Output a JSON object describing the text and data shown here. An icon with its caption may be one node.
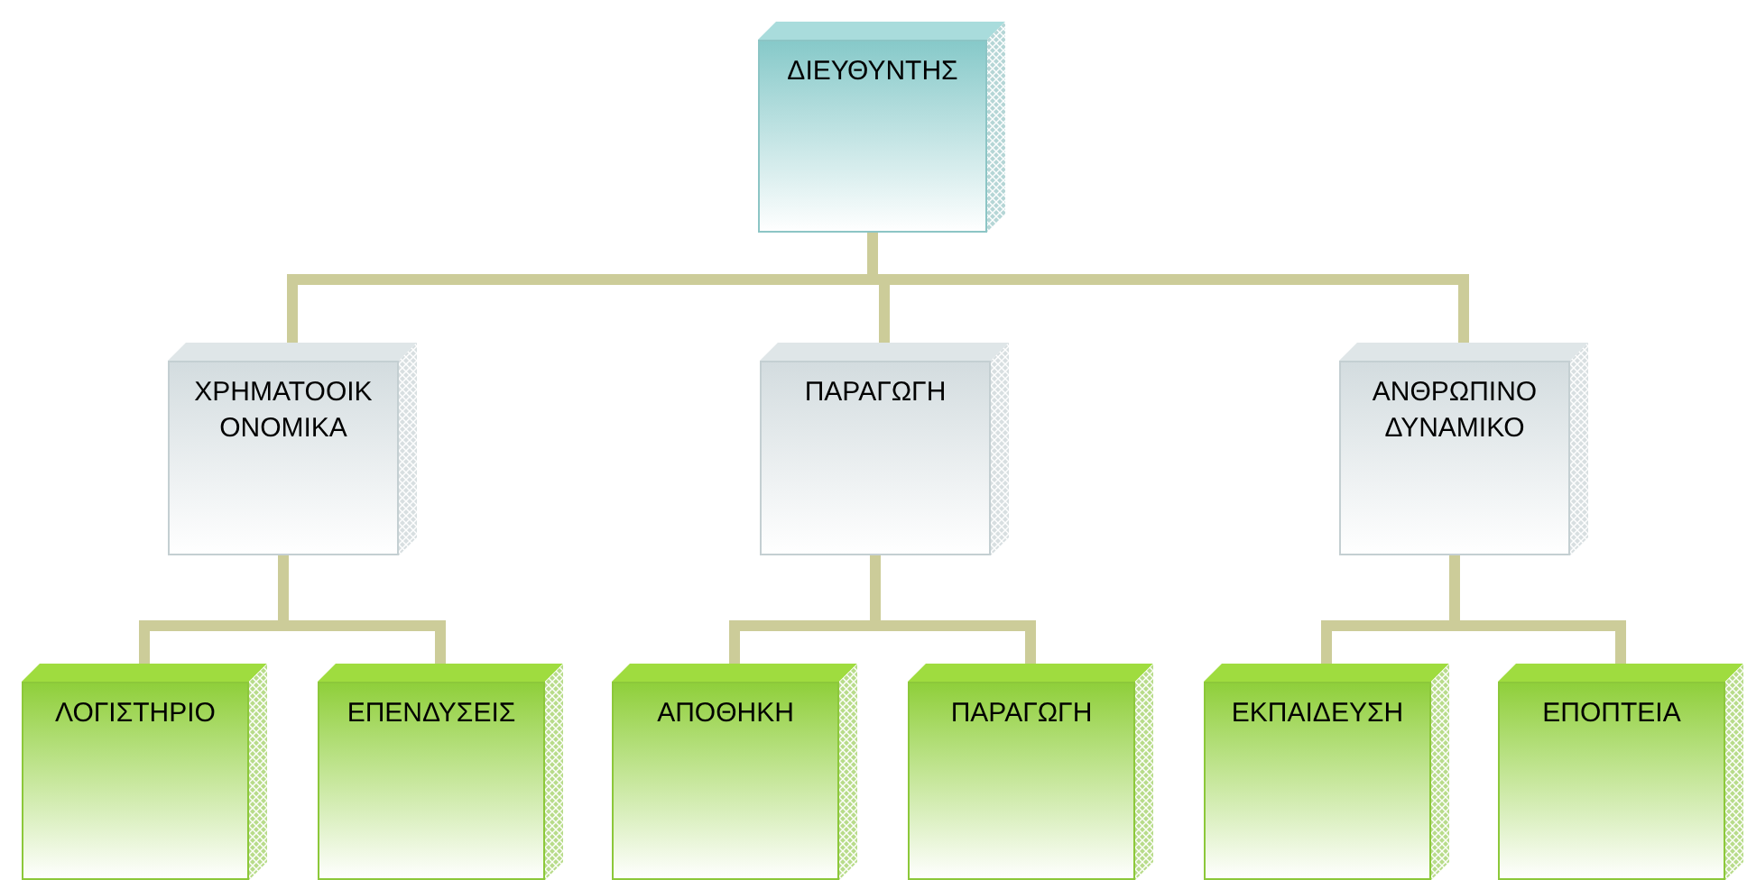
{
  "diagram": {
    "nodes": [
      {
        "text": [
          "ΔΙΕΥΘΥΝΤΗΣ"
        ]
      },
      {
        "text": [
          "ΧΡΗΜΑΤΟΟΙΚ ΟΝΟΜΙΚΑ"
        ]
      },
      {
        "text": [
          "ΠΑΡΑΓΩΓΗ"
        ]
      },
      {
        "text": [
          "ΑΝΘΡΩΠΙΝΟ ΔΥΝΑΜΙΚΟ"
        ]
      },
      {
        "text": [
          "ΛΟΓΙΣΤΗΡΙΟ"
        ]
      },
      {
        "text": [
          "ΕΠΕΝΔΥΣΕΙΣ"
        ]
      },
      {
        "text": [
          "ΑΠΟΘΗΚΗ"
        ]
      },
      {
        "text": [
          "ΠΑΡΑΓΩΓΗ"
        ]
      },
      {
        "text": [
          "ΕΚΠΑΙΔΕΥΣΗ"
        ]
      },
      {
        "text": [
          "ΕΠΟΠΤΕΙΑ"
        ]
      }
    ],
    "edges": [
      {
        "from": 0,
        "to": 1,
        "arrow": "none"
      },
      {
        "from": 0,
        "to": 2,
        "arrow": "none"
      },
      {
        "from": 0,
        "to": 3,
        "arrow": "none"
      },
      {
        "from": 1,
        "to": 4,
        "arrow": "none"
      },
      {
        "from": 1,
        "to": 5,
        "arrow": "none"
      },
      {
        "from": 2,
        "to": 6,
        "arrow": "none"
      },
      {
        "from": 2,
        "to": 7,
        "arrow": "none"
      },
      {
        "from": 3,
        "to": 8,
        "arrow": "none"
      },
      {
        "from": 3,
        "to": 9,
        "arrow": "none"
      }
    ]
  }
}
